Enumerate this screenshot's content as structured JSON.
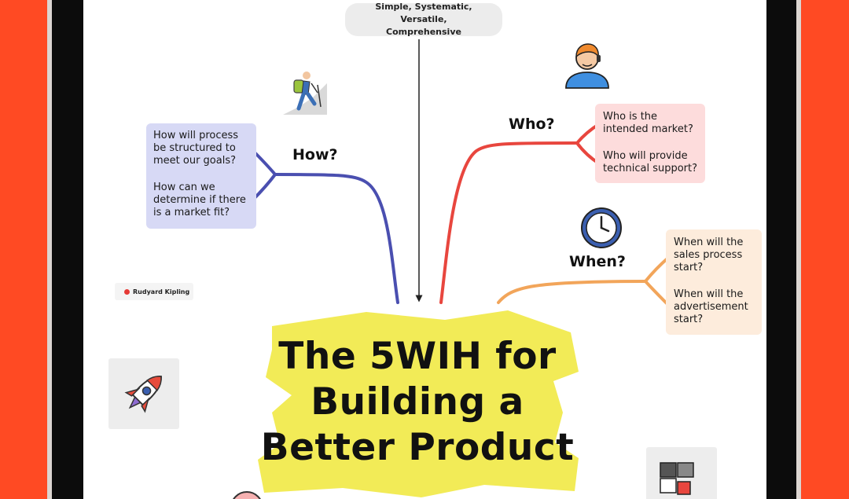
{
  "topic": {
    "line1": "Simple,  Systematic, Versatile,",
    "line2": "Comprehensive"
  },
  "branches": {
    "how": {
      "label": "How?",
      "color": "#4a4fb0",
      "questions": [
        "How will process be structured to meet our goals?",
        "How can we determine if there is a market fit?"
      ]
    },
    "who": {
      "label": "Who?",
      "color": "#e8463e",
      "questions": [
        "Who is the intended market?",
        "Who will provide technical support?"
      ]
    },
    "when": {
      "label": "When?",
      "color": "#f2a55a",
      "questions": [
        "When will the sales process start?",
        "When will the advertisement start?"
      ]
    }
  },
  "tag": {
    "label": "Rudyard Kipling",
    "dot_color": "#e53935"
  },
  "title": {
    "line1": "The 5WIH for",
    "line2": "Building a",
    "line3": "Better Product",
    "highlight_color": "#f1ea4e"
  },
  "icons": {
    "hiker": "hiker-icon",
    "person": "support-person-icon",
    "clock": "clock-icon",
    "rocket": "rocket-icon",
    "puzzle": "puzzle-icon"
  }
}
